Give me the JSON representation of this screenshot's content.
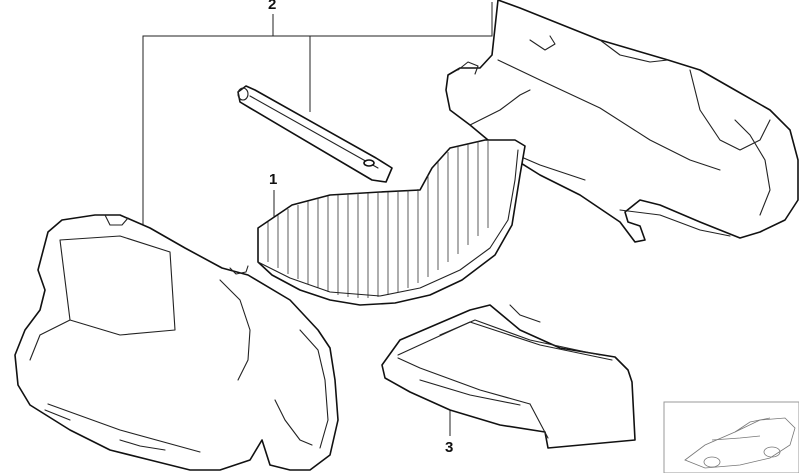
{
  "callouts": {
    "part_1": "1",
    "part_2": "2",
    "part_3": "3"
  },
  "colors": {
    "line": "#111111",
    "background": "#ffffff",
    "inset_border": "#999999"
  }
}
